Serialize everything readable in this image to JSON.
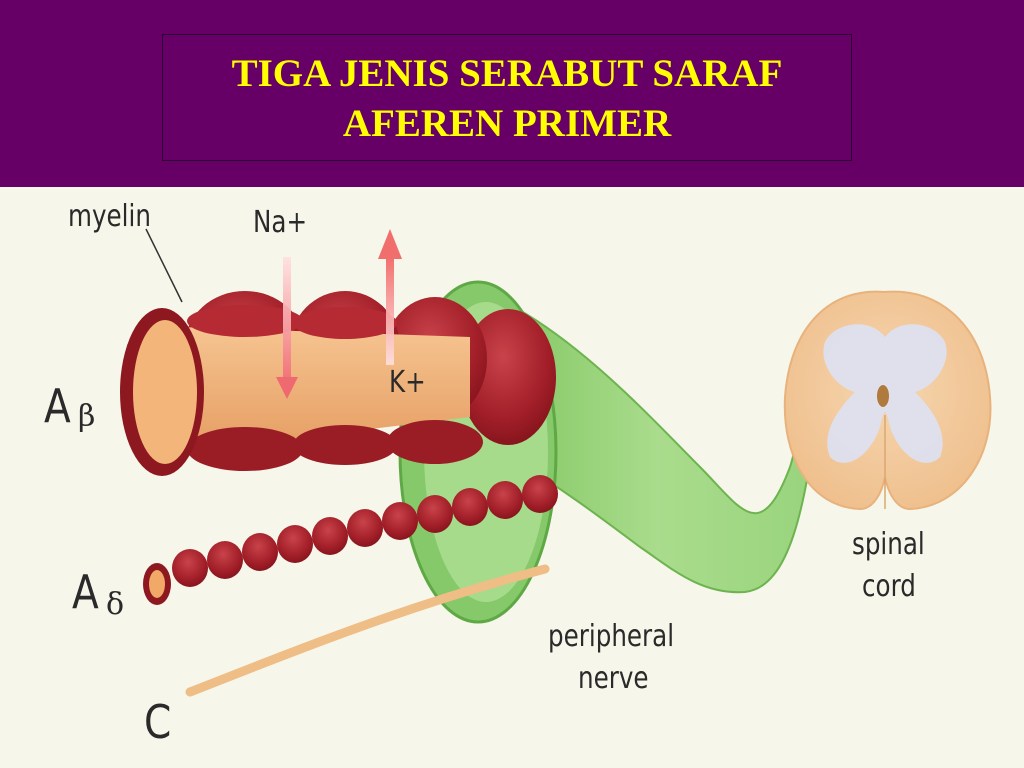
{
  "title": {
    "line1": "TIGA JENIS SERABUT SARAF",
    "line2": "AFEREN PRIMER"
  },
  "labels": {
    "myelin": "myelin",
    "na": "Na+",
    "k": "K+",
    "a_beta_main": "A",
    "a_beta_sub": "β",
    "a_delta_main": "A",
    "a_delta_sub": "δ",
    "c": "C",
    "peripheral_line1": "peripheral",
    "peripheral_line2": "nerve",
    "spinal_line1": "spinal",
    "spinal_line2": "cord"
  },
  "colors": {
    "background": "#660066",
    "title_text": "#ffff00",
    "diagram_bg": "#f6f7ea",
    "myelin": "#a8202a",
    "axon": "#f1b27a",
    "nerve_sheath": "#8fd070",
    "spinal_cord": "#f3c99a",
    "grey_matter": "#dfe2ee"
  }
}
